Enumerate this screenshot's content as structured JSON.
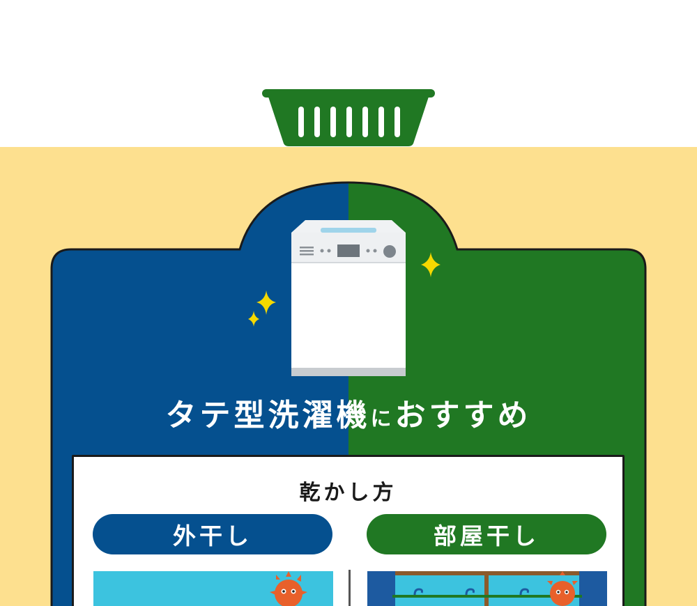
{
  "headline": {
    "part1": "タテ型洗濯機",
    "part2": "に",
    "part3": "おすすめ"
  },
  "panel": {
    "title": "乾かし方",
    "options": [
      {
        "label": "外干し"
      },
      {
        "label": "部屋干し"
      }
    ]
  },
  "colors": {
    "background_band": "#fde08f",
    "left_brand": "#05508f",
    "right_brand": "#207823",
    "sparkle": "#f5d800",
    "sky": "#3cc3df"
  },
  "icons": [
    "laundry-basket-icon",
    "washing-machine-icon",
    "sparkle-icon",
    "sun-icon",
    "hanger-icon",
    "curtain-icon"
  ]
}
